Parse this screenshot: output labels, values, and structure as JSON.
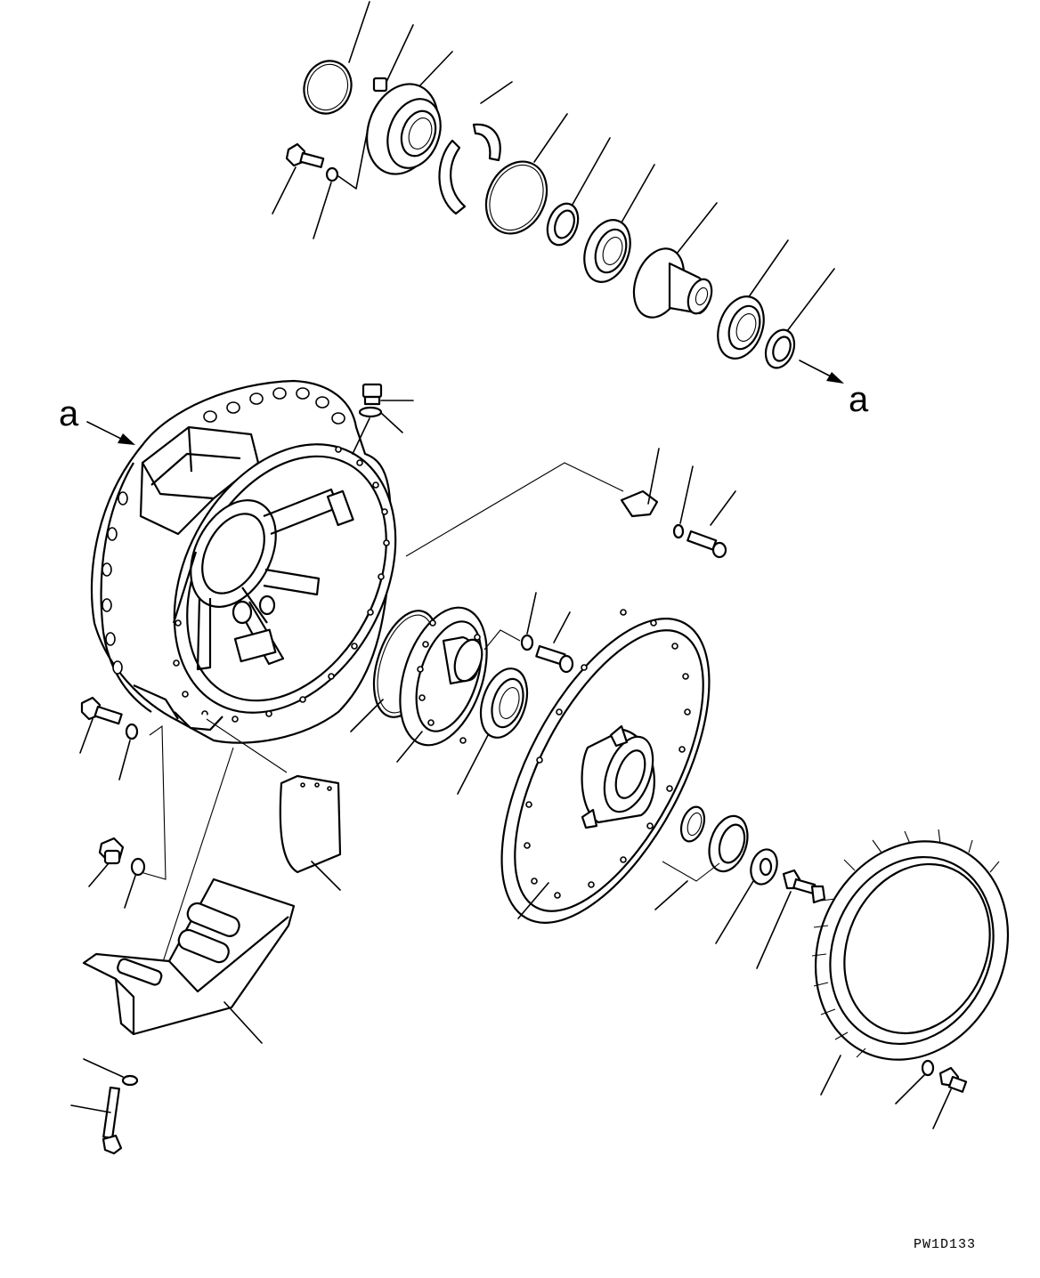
{
  "diagram": {
    "view_label_left": "a",
    "view_label_right": "a",
    "drawing_code": "PW1D133"
  }
}
